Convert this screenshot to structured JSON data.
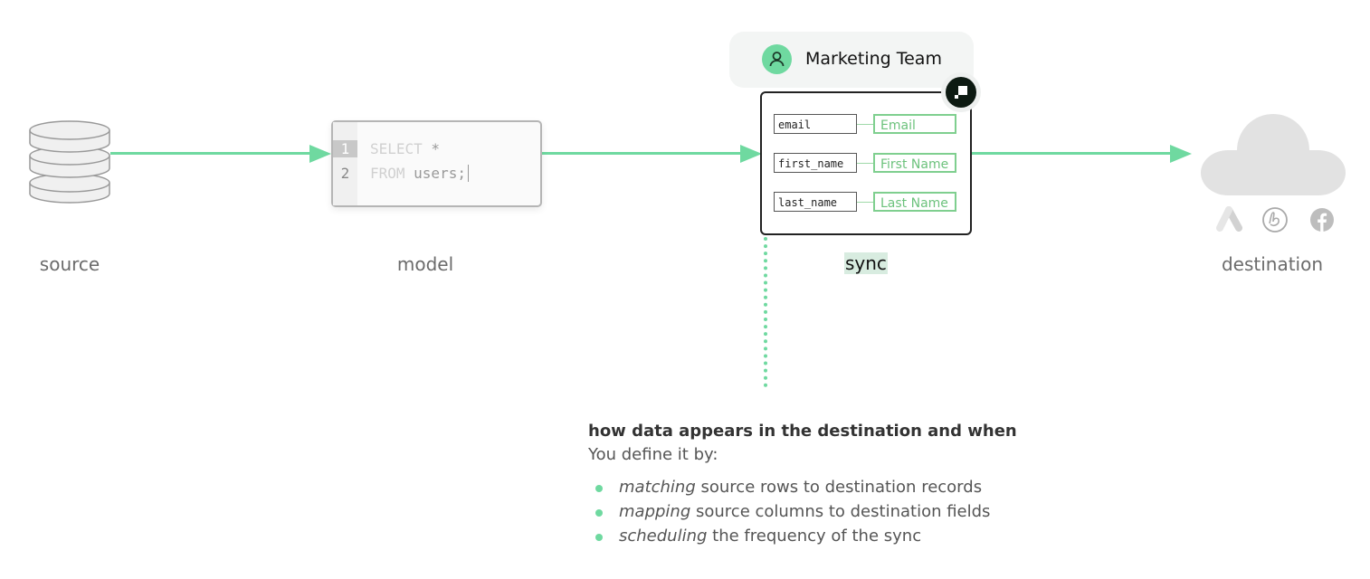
{
  "stages": {
    "source": "source",
    "model": "model",
    "sync": "sync",
    "destination": "destination"
  },
  "model_editor": {
    "lines": [
      {
        "number": "1",
        "keyword": "SELECT",
        "rest": " *"
      },
      {
        "number": "2",
        "keyword": "FROM",
        "rest": " users;"
      }
    ]
  },
  "sync_card": {
    "team_name": "Marketing Team",
    "team_icon": "user-icon",
    "badge_icon": "hightouch-logo-icon",
    "mappings": [
      {
        "source": "email",
        "destination": "Email"
      },
      {
        "source": "first_name",
        "destination": "First Name"
      },
      {
        "source": "last_name",
        "destination": "Last Name"
      }
    ]
  },
  "destination_icons": [
    "google-ads-icon",
    "braze-icon",
    "facebook-icon"
  ],
  "description": {
    "heading": "how data appears in the destination and when",
    "intro": "You define it by:",
    "bullets": [
      {
        "em": "matching",
        "text": " source rows to destination records"
      },
      {
        "em": "mapping",
        "text": " source columns to destination fields"
      },
      {
        "em": "scheduling",
        "text": " the frequency of the sync"
      }
    ]
  },
  "colors": {
    "accent": "#6fd9a0",
    "mapping_green": "#6cc27c",
    "icon_gray": "#e2e2e2"
  }
}
